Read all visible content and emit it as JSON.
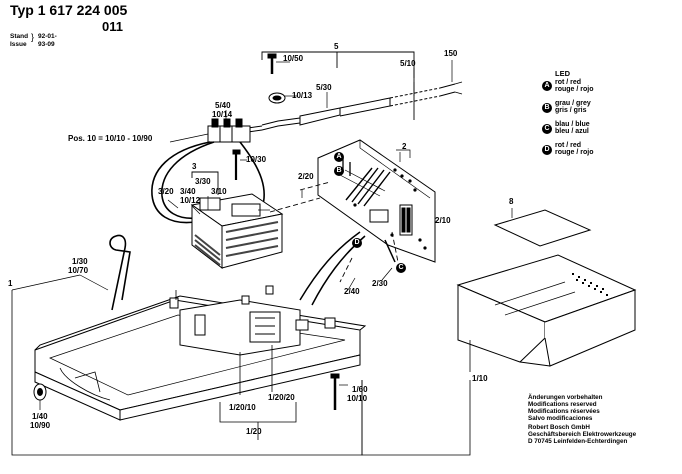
{
  "header": {
    "typ": "Typ 1 617 224 005",
    "variant": "011",
    "stand_label": "Stand",
    "stand_value": "92-01-",
    "issue_label": "Issue",
    "issue_value": "93-09"
  },
  "pos_note": "Pos. 10 = 10/10 - 10/90",
  "labels": {
    "l5": "5",
    "l150": "150",
    "l10_50": "10/50",
    "l5_10": "5/10",
    "l10_13": "10/13",
    "l5_30": "5/30",
    "l5_40": "5/40",
    "l10_14": "10/14",
    "l10_30": "10/30",
    "l2": "2",
    "l3": "3",
    "l3_20": "3/20",
    "l3_30": "3/30",
    "l3_40": "3/40",
    "l3_10": "3/10",
    "l10_12": "10/12",
    "l2_20": "2/20",
    "l2_10": "2/10",
    "l8": "8",
    "l1_30": "1/30",
    "l10_70": "10/70",
    "l2_40": "2/40",
    "l2_30": "2/30",
    "l1": "1",
    "l1_10": "1/10",
    "l1_60": "1/60",
    "l10_10": "10/10",
    "l1_20_10": "1/20/10",
    "l1_20_20": "1/20/20",
    "l1_20": "1/20",
    "l1_40": "1/40",
    "l10_90": "10/90"
  },
  "legend": {
    "title": "LED",
    "items": [
      {
        "letter": "A",
        "lines": [
          "rot / red",
          "rouge / rojo"
        ]
      },
      {
        "letter": "B",
        "lines": [
          "grau / grey",
          "gris / gris"
        ]
      },
      {
        "letter": "C",
        "lines": [
          "blau / blue",
          "bleu / azul"
        ]
      },
      {
        "letter": "D",
        "lines": [
          "rot / red",
          "rouge / rojo"
        ]
      }
    ]
  },
  "footer": [
    "Änderungen vorbehalten",
    "Modifications reserved",
    "Modifications réservées",
    "Salvo modificaciones",
    "Robert Bosch GmbH",
    "Geschäftsbereich Elektrowerkzeuge",
    "D 70745 Leinfelden-Echterdingen"
  ]
}
